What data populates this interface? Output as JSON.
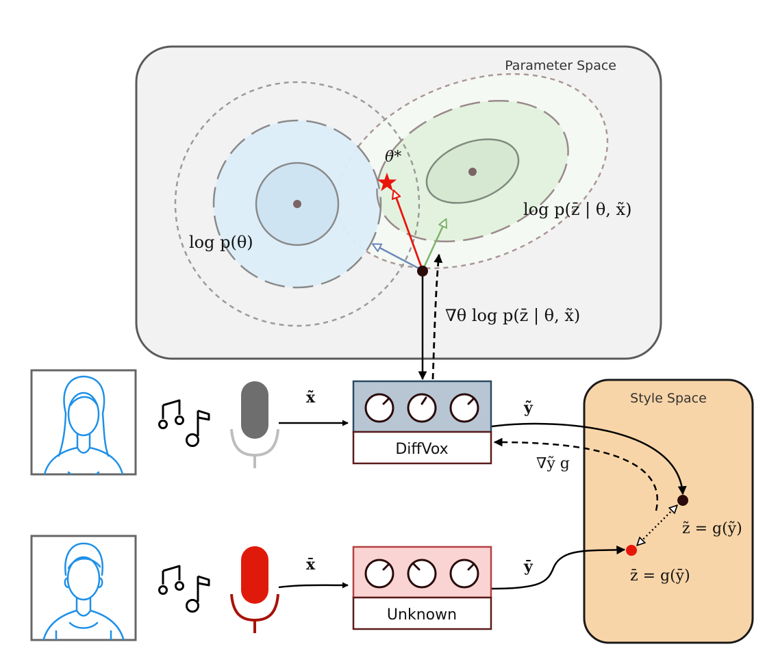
{
  "parameter_space": {
    "title": "Parameter Space",
    "prior_label": "log p(θ)",
    "likelihood_label": "log p(z̄ | θ, x̃)",
    "optimum_label": "θ*",
    "gradient_label": "∇θ log p(z̄ | θ, x̃)"
  },
  "style_space": {
    "title": "Style Space",
    "z_tilde_label": "z̃ = g(ỹ)",
    "z_bar_label": "z̄ = g(ȳ)"
  },
  "top_chain": {
    "input_label": "x̃",
    "output_label": "ỹ",
    "effect_name": "DiffVox",
    "grad_label": "∇ỹ g",
    "mic_color": "#6e6e6e"
  },
  "bottom_chain": {
    "input_label": "x̄",
    "output_label": "ȳ",
    "effect_name": "Unknown",
    "mic_color": "#e01a0a"
  },
  "colors": {
    "prior_fill": "#dcedf8",
    "likelihood_fill": "#e3f2df",
    "param_bg": "#f2f2f2",
    "style_bg": "#f8d5a8",
    "diffvox_fill": "#b8c6d4",
    "unknown_fill": "#f9d4d3",
    "star": "#e8150b",
    "grad_prior_arrow": "#6a88b8",
    "grad_lik_arrow": "#7fb36a",
    "avatar": "#1e90e8"
  }
}
